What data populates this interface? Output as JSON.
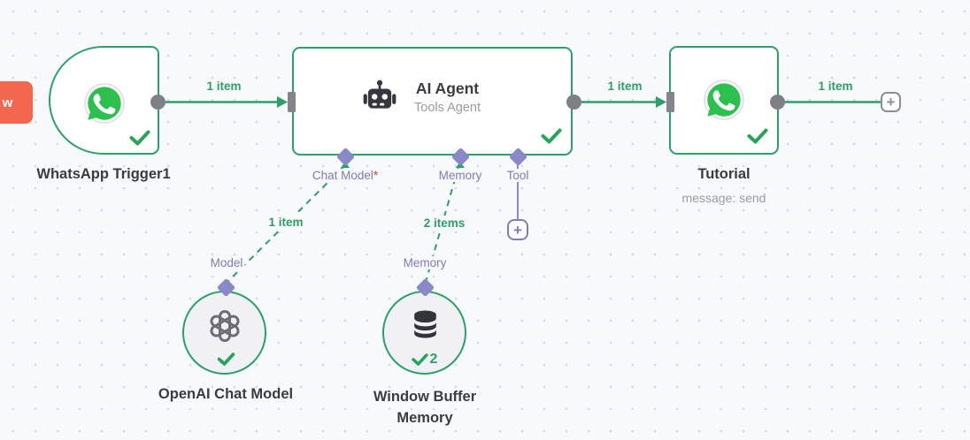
{
  "ui": {
    "plus": "+"
  },
  "clipped_button": {
    "label": "w"
  },
  "workflow": {
    "trigger": {
      "name": "WhatsApp Trigger1"
    },
    "agent": {
      "title": "AI Agent",
      "subtitle": "Tools Agent",
      "inputs": {
        "chat_model": "Chat Model",
        "required_mark": "*",
        "memory": "Memory",
        "tool": "Tool"
      }
    },
    "tutorial": {
      "name": "Tutorial",
      "subtitle": "message: send"
    },
    "openai": {
      "port_label": "Model",
      "name": "OpenAI Chat Model"
    },
    "buffer": {
      "port_label": "Memory",
      "name": "Window Buffer Memory",
      "run_count": "2"
    },
    "connections": {
      "trigger_to_agent": "1 item",
      "agent_to_tutorial": "1 item",
      "tutorial_to_next": "1 item",
      "model_items": "1 item",
      "memory_items": "2 items"
    }
  },
  "colors": {
    "canvas": "#f8f9fc",
    "node_border_green": "#2aa168",
    "connection_green": "#2e9e66",
    "purple": "#8b88c9",
    "purple_text": "#7e7bb5",
    "gray_endpoint": "#7f7f88",
    "text_dark": "#3b3b42",
    "text_muted": "#9a9aa3",
    "orange": "#f4674f",
    "whatsapp_green": "#2cc04e",
    "required_red": "#e03c3c"
  }
}
